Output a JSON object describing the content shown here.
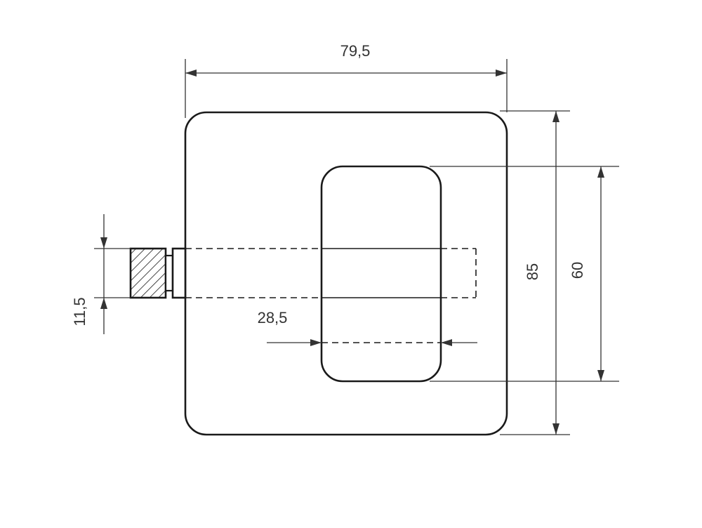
{
  "drawing": {
    "title": "",
    "dimensions": {
      "overall_width": "79,5",
      "overall_height": "85",
      "window_height": "60",
      "window_width": "28,5",
      "connector_height": "11,5"
    },
    "colors": {
      "line": "#1a1a1a",
      "dimension": "#333333",
      "background": "#ffffff"
    }
  }
}
